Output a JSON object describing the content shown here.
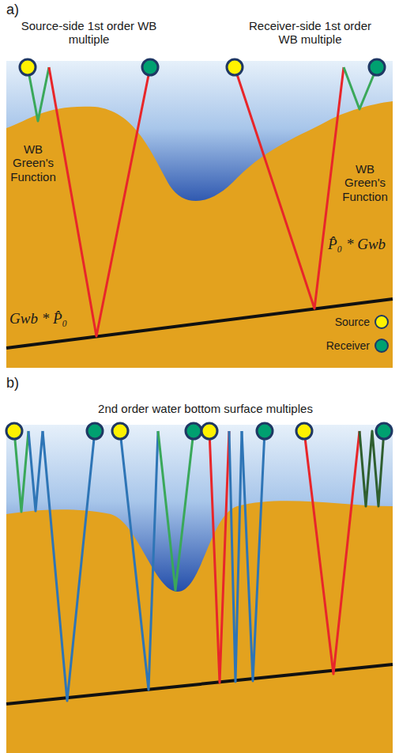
{
  "diagram": {
    "labels": [
      "a)",
      "Source-side 1st order WB multiple",
      "Receiver-side 1st order WB multiple",
      "WB Green's Function",
      "WB Green's Function",
      "P̂₀ * Gwb",
      "Gwb * P̂₀",
      "b)",
      "2nd order water bottom surface multiples"
    ],
    "legend": [
      {
        "text": "Source"
      },
      {
        "text": "Receiver"
      }
    ]
  }
}
